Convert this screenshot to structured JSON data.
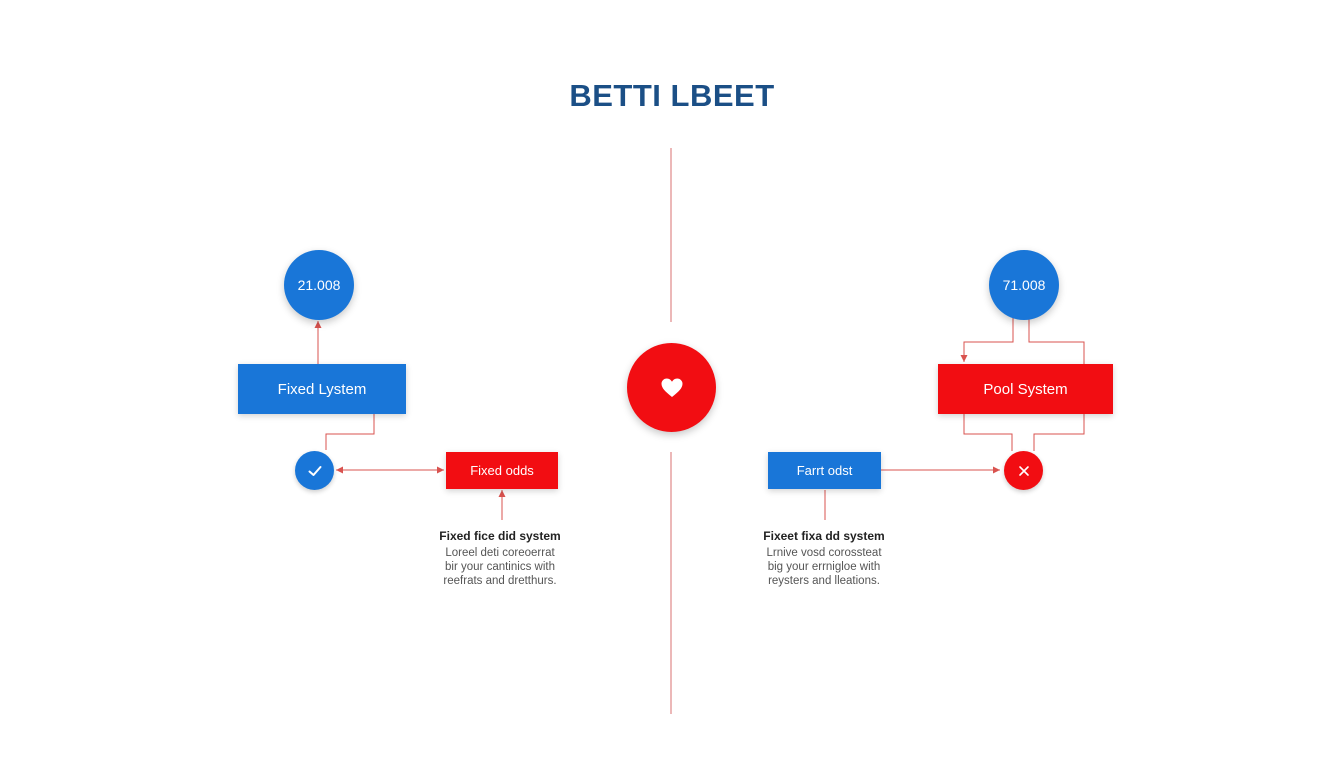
{
  "title": "BETTI LBEET",
  "center": {
    "icon": "heart-icon"
  },
  "left": {
    "value_circle": "21.008",
    "main_box": "Fixed Lystem",
    "status_icon": "check-icon",
    "side_box": "Fixed odds",
    "description": {
      "heading": "Fixed fice did system",
      "lines": [
        "Loreel deti coreoerrat",
        "bir your cantinics with",
        "reefrats and dretthurs."
      ]
    }
  },
  "right": {
    "value_circle": "71.008",
    "main_box": "Pool System",
    "status_icon": "x-icon",
    "side_box": "Farrt odst",
    "description": {
      "heading": "Fixeet fixa dd system",
      "lines": [
        "Lrnive vosd corossteat",
        "big your errnigloe with",
        "reysters and lleations."
      ]
    }
  },
  "colors": {
    "blue": "#1976d8",
    "red": "#f20d12",
    "title": "#1b4f86",
    "connector": "#d9534f",
    "divider": "#e6a0a0"
  }
}
